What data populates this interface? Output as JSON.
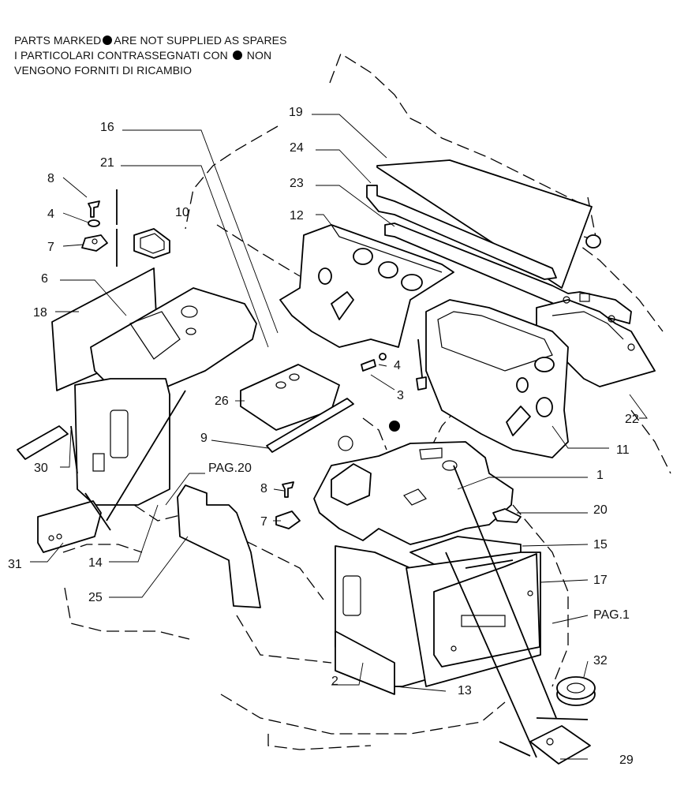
{
  "notice": {
    "line1_before": "PARTS MARKED",
    "line1_after": "ARE NOT SUPPLIED AS SPARES",
    "line2_before": "I PARTICOLARI  CONTRASSEGNATI  CON",
    "line2_after": "NON",
    "line3": "VENGONO FORNITI DI RICAMBIO"
  },
  "callouts": {
    "c1": "1",
    "c2": "2",
    "c3": "3",
    "c4a": "4",
    "c4b": "4",
    "c6": "6",
    "c7a": "7",
    "c7b": "7",
    "c8a": "8",
    "c8b": "8",
    "c9": "9",
    "c10": "10",
    "c11": "11",
    "c12": "12",
    "c13": "13",
    "c14": "14",
    "c15": "15",
    "c16": "16",
    "c17": "17",
    "c18": "18",
    "c19": "19",
    "c20": "20",
    "c21": "21",
    "c22": "22",
    "c23": "23",
    "c24": "24",
    "c25": "25",
    "c26": "26",
    "c29": "29",
    "c30": "30",
    "c31": "31",
    "c32": "32"
  },
  "references": {
    "pag20": "PAG.20",
    "pag1": "PAG.1"
  }
}
